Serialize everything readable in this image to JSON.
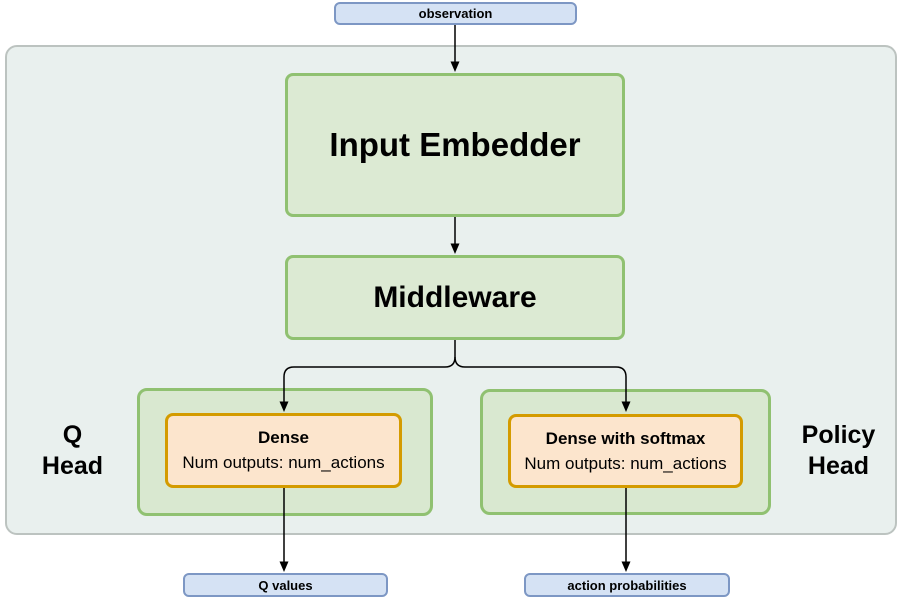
{
  "colors": {
    "background": "#ffffff",
    "container_fill": "#e9f0ee",
    "container_border": "#bcc3c0",
    "green_fill": "#dcead3",
    "green_border": "#90c171",
    "orange_fill": "#fce5cd",
    "orange_border": "#d49b00",
    "blue_fill": "#d5e2f4",
    "blue_border": "#7d97c4",
    "arrow": "#000000"
  },
  "nodes": {
    "observation": {
      "label": "observation"
    },
    "input_embedder": {
      "label": "Input Embedder"
    },
    "middleware": {
      "label": "Middleware"
    },
    "q_head": {
      "label_line1": "Q",
      "label_line2": "Head",
      "dense_title": "Dense",
      "dense_subtitle": "Num outputs: num_actions"
    },
    "policy_head": {
      "label_line1": "Policy",
      "label_line2": "Head",
      "dense_title": "Dense with softmax",
      "dense_subtitle": "Num outputs: num_actions"
    },
    "q_values": {
      "label": "Q values"
    },
    "action_probabilities": {
      "label": "action probabilities"
    }
  }
}
